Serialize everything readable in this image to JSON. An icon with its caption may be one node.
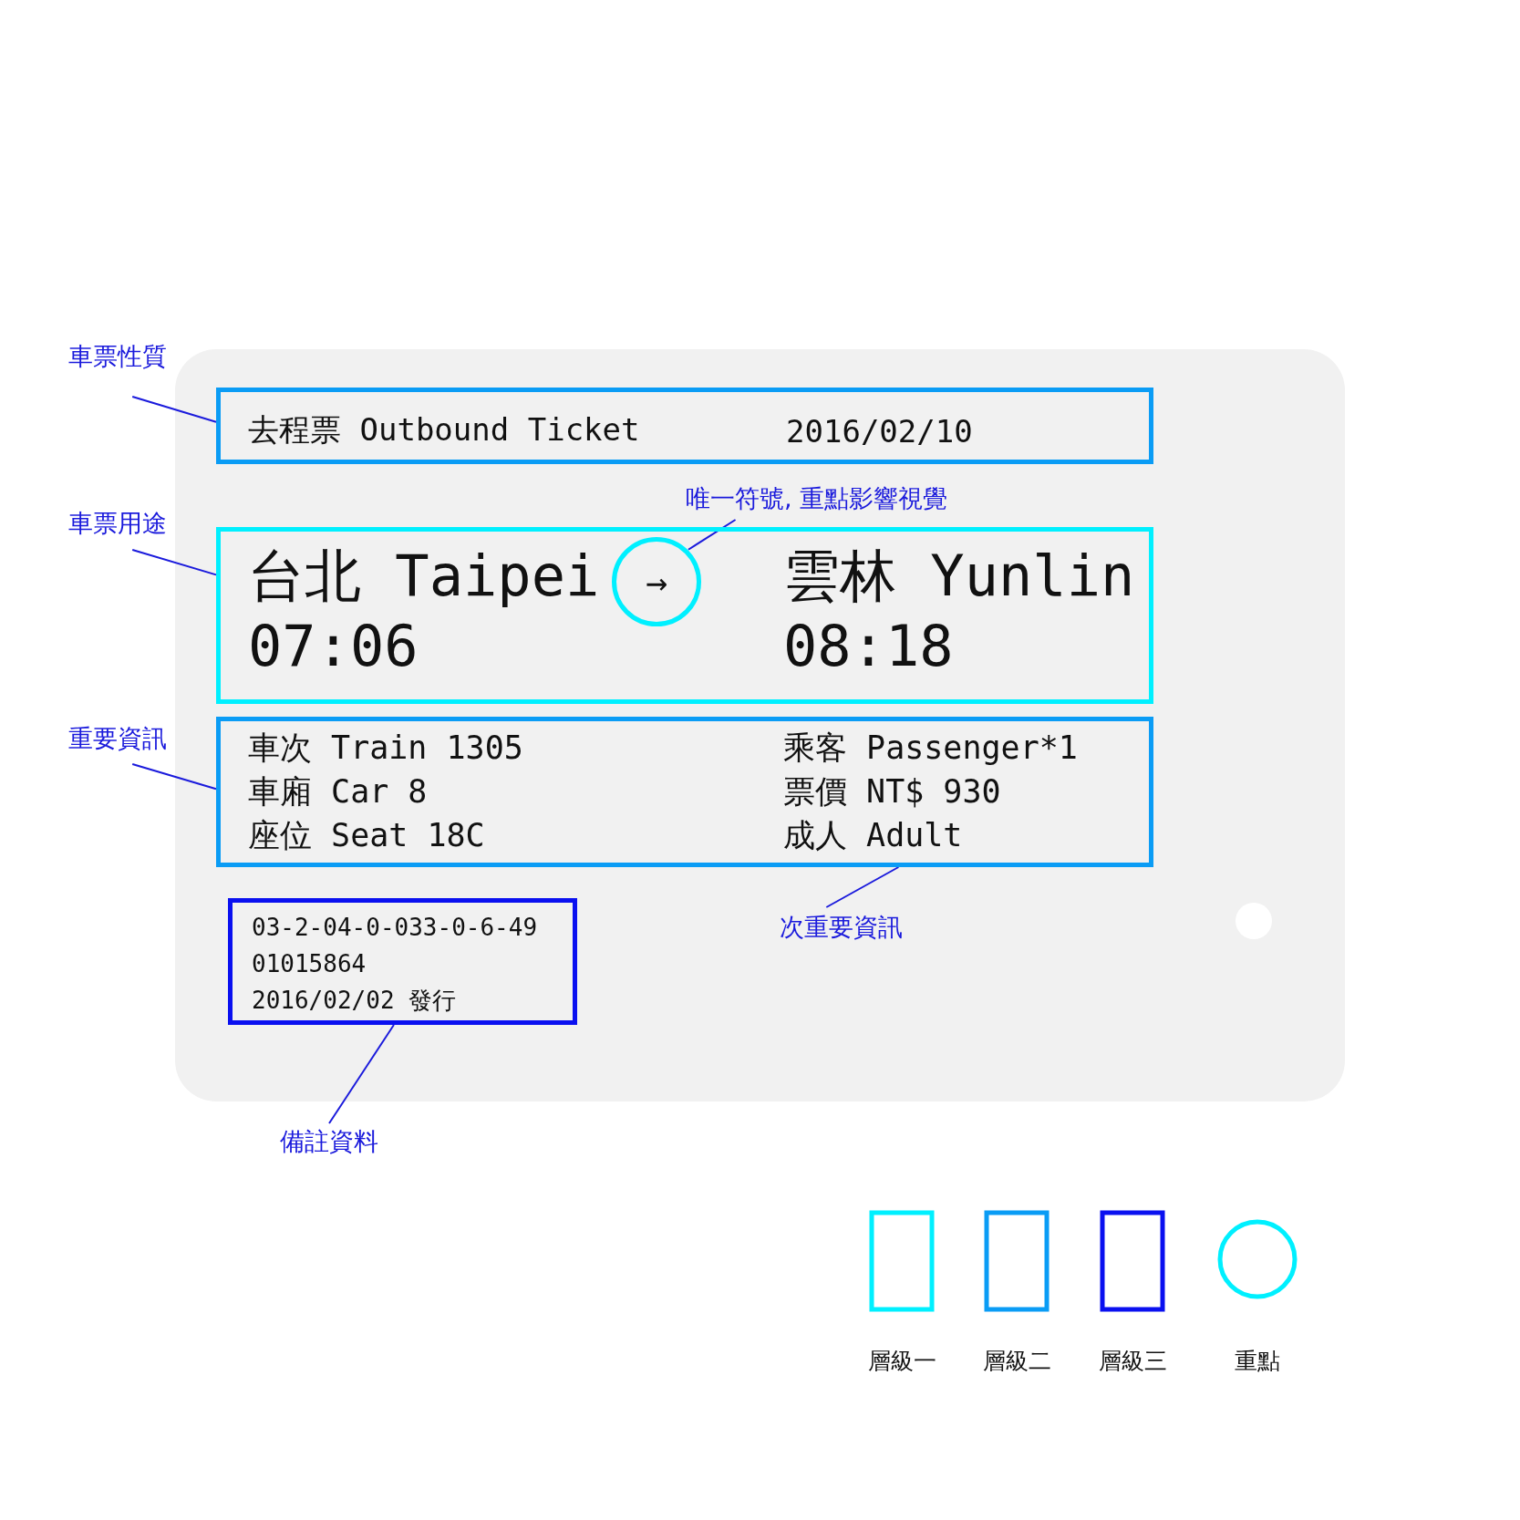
{
  "diagram": {
    "nodes": [
      {
        "text": [
          "車票性質"
        ]
      },
      {
        "text": [
          "去程票 Outbound Ticket",
          "2016/02/10"
        ]
      },
      {
        "text": [
          "車票用途"
        ]
      },
      {
        "text": [
          "台北 Taipei",
          "07:06",
          "雲林 Yunlin",
          "08:18"
        ]
      },
      {
        "text": [
          "唯一符號, 重點影響視覺"
        ]
      },
      {
        "text": [
          "→"
        ],
        "in": 3
      },
      {
        "text": [
          "重要資訊"
        ]
      },
      {
        "text": [
          "車次 Train 1305",
          "車廂 Car 8",
          "座位 Seat 18C",
          "乘客 Passenger*1",
          "票價 NT$ 930",
          "成人 Adult"
        ]
      },
      {
        "text": [
          "次重要資訊"
        ]
      },
      {
        "text": [
          "03-2-04-0-033-0-6-49",
          "01015864",
          "2016/02/02 發行"
        ]
      },
      {
        "text": [
          "備註資料"
        ]
      }
    ],
    "edges": [
      {
        "from": 0,
        "to": 1,
        "arrow": "none"
      },
      {
        "from": 2,
        "to": 3,
        "arrow": "none"
      },
      {
        "from": 4,
        "to": 5,
        "arrow": "none"
      },
      {
        "from": 6,
        "to": 7,
        "arrow": "none"
      },
      {
        "from": 8,
        "to": 7,
        "arrow": "none"
      },
      {
        "from": 10,
        "to": 9,
        "arrow": "none"
      }
    ],
    "legend": [
      {
        "text": "層級一"
      },
      {
        "text": "層級二"
      },
      {
        "text": "層級三"
      },
      {
        "text": "重點"
      }
    ]
  }
}
